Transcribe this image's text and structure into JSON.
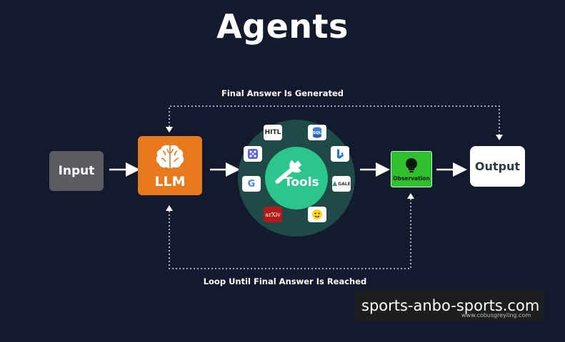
{
  "title": "Agents",
  "top_caption": "Final Answer Is Generated",
  "bottom_caption": "Loop Until Final Answer Is Reached",
  "nodes": {
    "input": "Input",
    "llm": "LLM",
    "tools": "Tools",
    "observation": "Observation",
    "output": "Output"
  },
  "tools": {
    "hitl": "HITL",
    "sql": "SQL",
    "google": "G",
    "gale": "GALE",
    "arxiv": "arXiv"
  },
  "watermark": {
    "main": "sports-anbo-sports.com",
    "sub": "www.cobusgreyling.com"
  },
  "colors": {
    "background": "#141a2e",
    "llm": "#e8791c",
    "observation": "#2fbf2f",
    "tools_ring": "#1f4a47",
    "tools_core": "#2cc58c",
    "input": "#5a5c60",
    "output": "#ffffff"
  }
}
